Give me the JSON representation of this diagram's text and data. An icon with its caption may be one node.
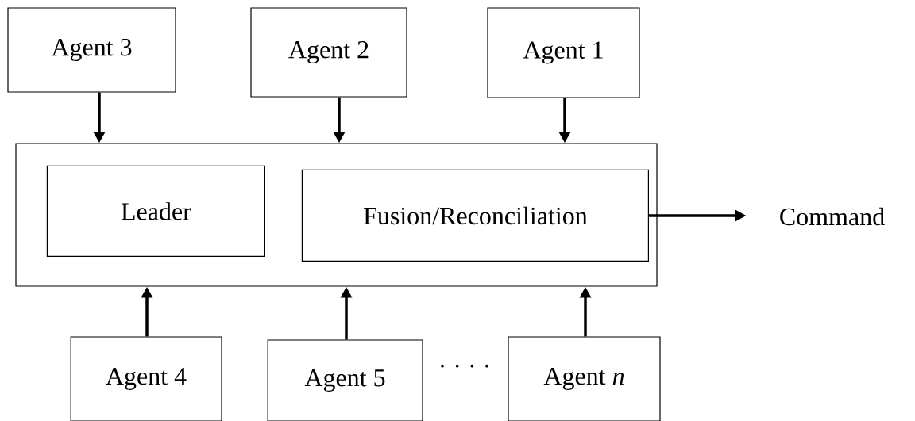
{
  "diagram": {
    "nodes": [
      {
        "text": [
          "Agent 3"
        ]
      },
      {
        "text": [
          "Agent 2"
        ]
      },
      {
        "text": [
          "Agent 1"
        ]
      },
      {
        "text": [],
        "shape": "box"
      },
      {
        "text": [
          "Leader"
        ],
        "in": 3
      },
      {
        "text": [
          "Fusion/Reconciliation"
        ],
        "in": 3
      },
      {
        "text": [
          "Command"
        ]
      },
      {
        "text": [
          "Agent 4"
        ]
      },
      {
        "text": [
          "Agent 5"
        ]
      },
      {
        "text": [
          "Agent *n*"
        ]
      }
    ],
    "edges": [
      {
        "from": 0,
        "to": 3,
        "arrow": "to"
      },
      {
        "from": 1,
        "to": 3,
        "arrow": "to"
      },
      {
        "from": 2,
        "to": 3,
        "arrow": "to"
      },
      {
        "from": 5,
        "to": 6,
        "arrow": "to"
      },
      {
        "from": 7,
        "to": 3,
        "arrow": "to"
      },
      {
        "from": 8,
        "to": 3,
        "arrow": "to"
      },
      {
        "from": 9,
        "to": 3,
        "arrow": "to"
      }
    ],
    "labels": [
      "· · · ·"
    ]
  }
}
